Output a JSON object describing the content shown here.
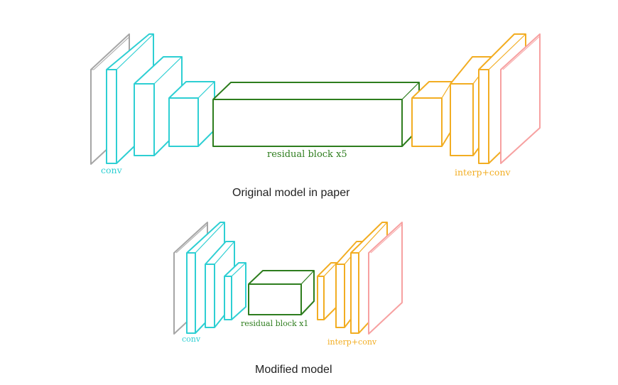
{
  "colors": {
    "input": "#a6a6a6",
    "conv": "#2ecfd3",
    "residual": "#2e7d1e",
    "interp": "#f2ad22",
    "output": "#f7a1a1",
    "caption": "#222222"
  },
  "original": {
    "caption": "Original model in paper",
    "conv_label": "conv",
    "residual_label": "residual block x5",
    "interp_label": "interp+conv"
  },
  "modified": {
    "caption": "Modified model",
    "conv_label": "conv",
    "residual_label": "residual block x1",
    "interp_label": "interp+conv"
  }
}
